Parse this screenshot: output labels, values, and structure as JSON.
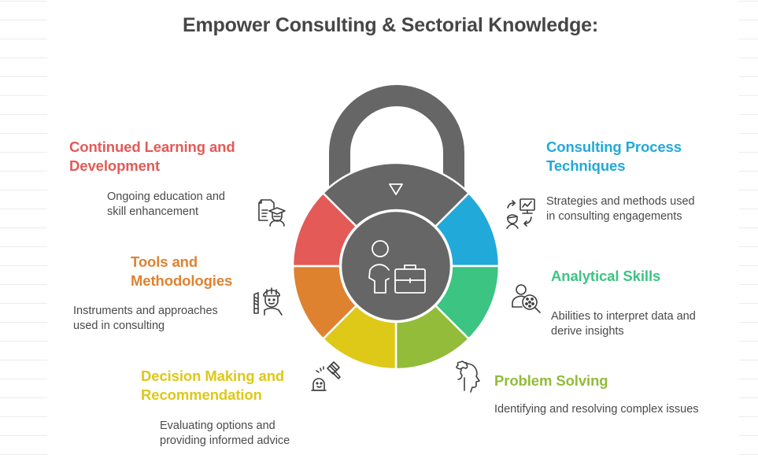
{
  "title": "Empower Consulting & Sectorial Knowledge:",
  "colors": {
    "gray": "#666666",
    "red": "#E35A56",
    "orange": "#DE8230",
    "yellow": "#DEC818",
    "lime": "#92BC3A",
    "green": "#3CC482",
    "blue": "#21A9D9",
    "title": "#464646",
    "text": "#4a4a4a",
    "icon": "#3f3f3f"
  },
  "center": {
    "icon": "consultant-with-briefcase-icon",
    "indicator": "triangle-down-icon"
  },
  "items": [
    {
      "id": "continued-learning",
      "heading_line1": "Continued Learning and",
      "heading_line2": "Development",
      "desc_line1": "Ongoing education and",
      "desc_line2": "skill enhancement",
      "color": "#E35A56",
      "icon": "document-graduate-icon"
    },
    {
      "id": "tools-methodologies",
      "heading_line1": "Tools and",
      "heading_line2": "Methodologies",
      "desc_line1": "Instruments and approaches",
      "desc_line2": "used in consulting",
      "color": "#DE8230",
      "icon": "worker-with-saw-icon"
    },
    {
      "id": "decision-making",
      "heading_line1": "Decision Making and",
      "heading_line2": "Recommendation",
      "desc_line1": "Evaluating options and",
      "desc_line2": "providing informed advice",
      "color": "#DEC818",
      "icon": "judge-gavel-icon"
    },
    {
      "id": "consulting-process",
      "heading_line1": "Consulting Process",
      "heading_line2": "Techniques",
      "desc_line1": "Strategies and methods used",
      "desc_line2": "in consulting engagements",
      "color": "#21A9D9",
      "icon": "presentation-exchange-icon"
    },
    {
      "id": "analytical-skills",
      "heading_line1": "Analytical Skills",
      "desc_line1": "Abilities to interpret data and",
      "desc_line2": "derive insights",
      "color": "#3CC482",
      "icon": "person-data-search-icon"
    },
    {
      "id": "problem-solving",
      "heading_line1": "Problem Solving",
      "desc_line1": "Identifying and resolving complex issues",
      "color": "#92BC3A",
      "icon": "head-puzzle-icon"
    }
  ]
}
